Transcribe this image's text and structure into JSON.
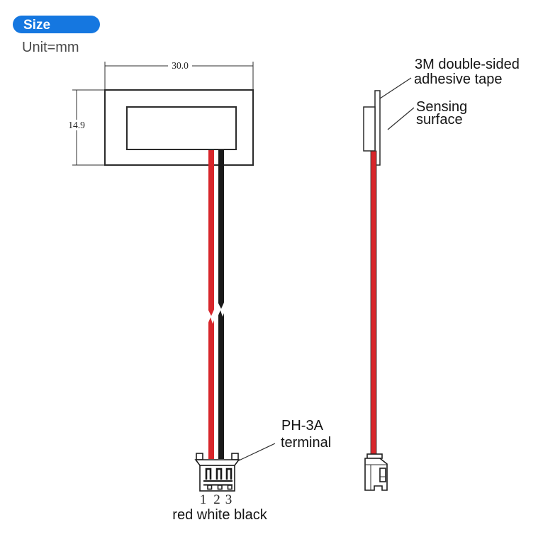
{
  "header": {
    "badge_label": "Size",
    "unit_label": "Unit=mm"
  },
  "front_view": {
    "width_dim": "30.0",
    "height_dim": "14.9",
    "terminal_label": {
      "line1": "PH-3A",
      "line2": "terminal"
    },
    "pin_labels": [
      "1",
      "2",
      "3"
    ],
    "wire_caption": "red white black"
  },
  "side_view": {
    "tape_label": {
      "line1": "3M double-sided",
      "line2": "adhesive tape"
    },
    "sensing_label": {
      "line1": "Sensing",
      "line2": "surface"
    }
  },
  "colors": {
    "badge_blue": "#1577e0",
    "wire_red": "#d8262b",
    "wire_black": "#1a1a1a",
    "line_dark": "#2b2b2b",
    "unit_text_gray": "#4a4a4a"
  }
}
